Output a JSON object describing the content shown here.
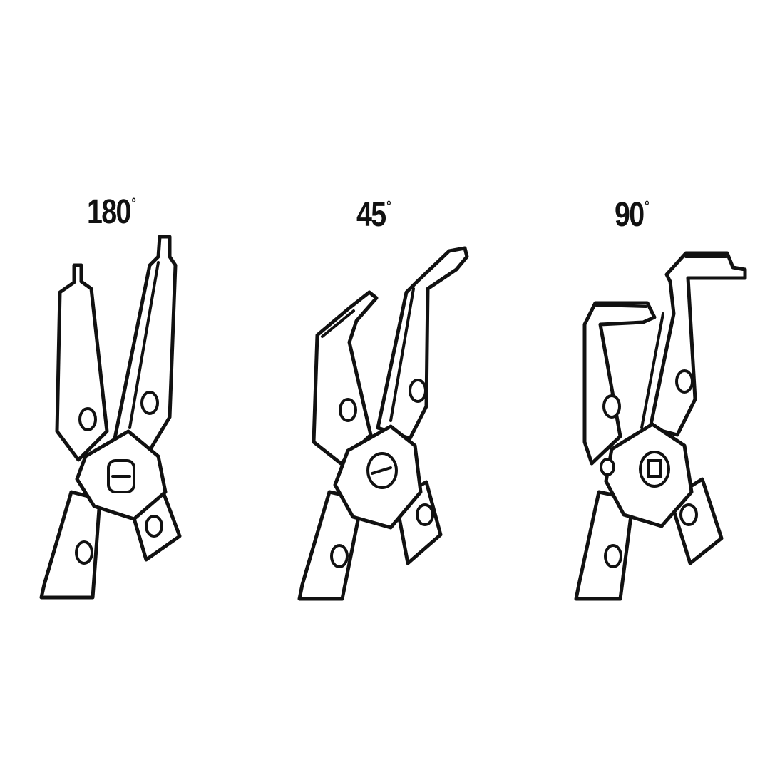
{
  "tips": [
    {
      "angle": "180",
      "degree_symbol": "°"
    },
    {
      "angle": "45",
      "degree_symbol": "°"
    },
    {
      "angle": "90",
      "degree_symbol": "°"
    }
  ]
}
